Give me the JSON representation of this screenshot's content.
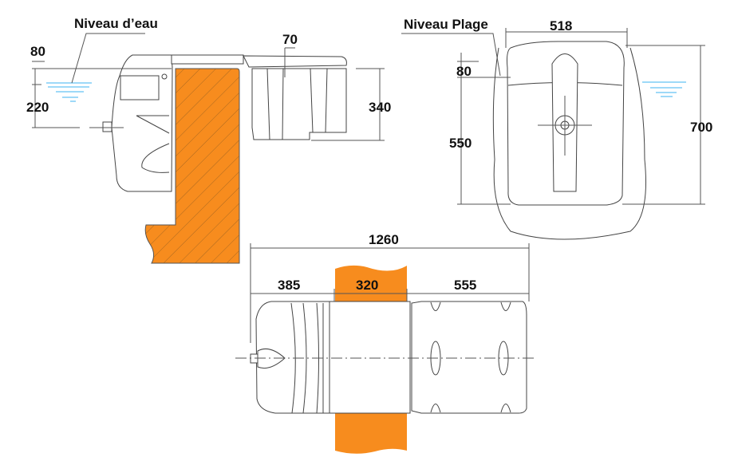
{
  "colors": {
    "wall": "#F78C1E",
    "water": "#3EB3F0",
    "line": "#444444"
  },
  "side_view": {
    "water_level_label": "Niveau d’eau",
    "dim_80": "80",
    "dim_220": "220",
    "dim_70": "70",
    "dim_340": "340"
  },
  "front_view": {
    "deck_level_label": "Niveau Plage",
    "dim_518": "518",
    "dim_80": "80",
    "dim_550": "550",
    "dim_700": "700"
  },
  "top_view": {
    "dim_total": "1260",
    "dim_385": "385",
    "dim_320": "320",
    "dim_555": "555"
  }
}
